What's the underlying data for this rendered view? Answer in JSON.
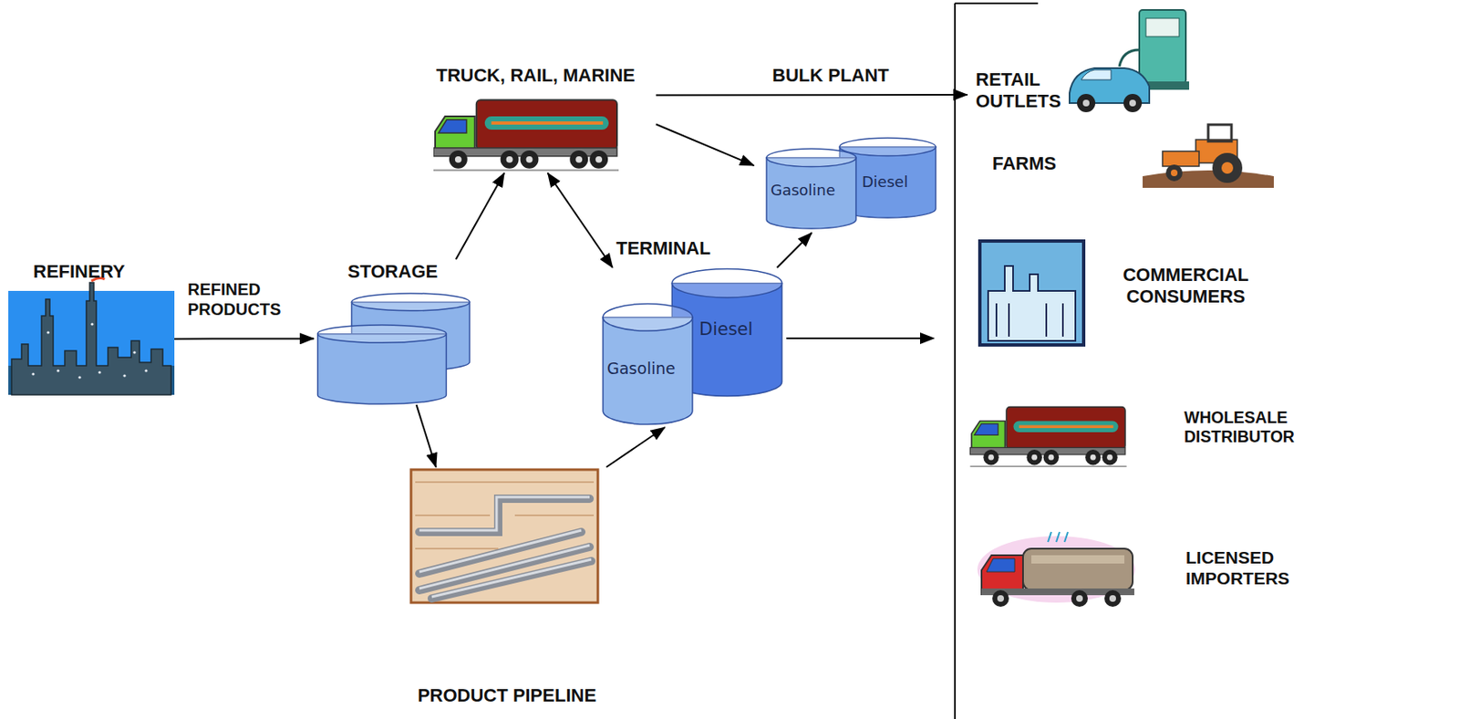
{
  "diagram": {
    "nodes": [
      {
        "text": [
          "REFINERY"
        ]
      },
      {
        "text": [
          "STORAGE"
        ]
      },
      {
        "text": [
          "TRUCK, RAIL, MARINE"
        ]
      },
      {
        "text": [
          "BULK PLANT",
          "Gasoline",
          "Diesel"
        ]
      },
      {
        "text": [
          "TERMINAL",
          "Gasoline",
          "Diesel"
        ]
      },
      {
        "text": [
          "PRODUCT PIPELINE"
        ]
      },
      {
        "text": [
          "RETAIL OUTLETS"
        ]
      },
      {
        "text": [
          "FARMS"
        ]
      },
      {
        "text": [
          "COMMERCIAL CONSUMERS"
        ]
      },
      {
        "text": [
          "WHOLESALE DISTRIBUTOR"
        ]
      },
      {
        "text": [
          "LICENSED IMPORTERS"
        ]
      }
    ],
    "edges": [
      {
        "from": 0,
        "to": 1,
        "label": "REFINED PRODUCTS",
        "arrow": "to"
      },
      {
        "from": 1,
        "to": 2,
        "arrow": "to"
      },
      {
        "from": 1,
        "to": 5,
        "arrow": "to"
      },
      {
        "from": 2,
        "to": 4,
        "arrow": "both"
      },
      {
        "from": 2,
        "to": 3,
        "arrow": "to"
      },
      {
        "from": 2,
        "to": 6,
        "arrow": "to"
      },
      {
        "from": 5,
        "to": 4,
        "arrow": "to"
      },
      {
        "from": 4,
        "to": 3,
        "arrow": "to"
      }
    ]
  }
}
